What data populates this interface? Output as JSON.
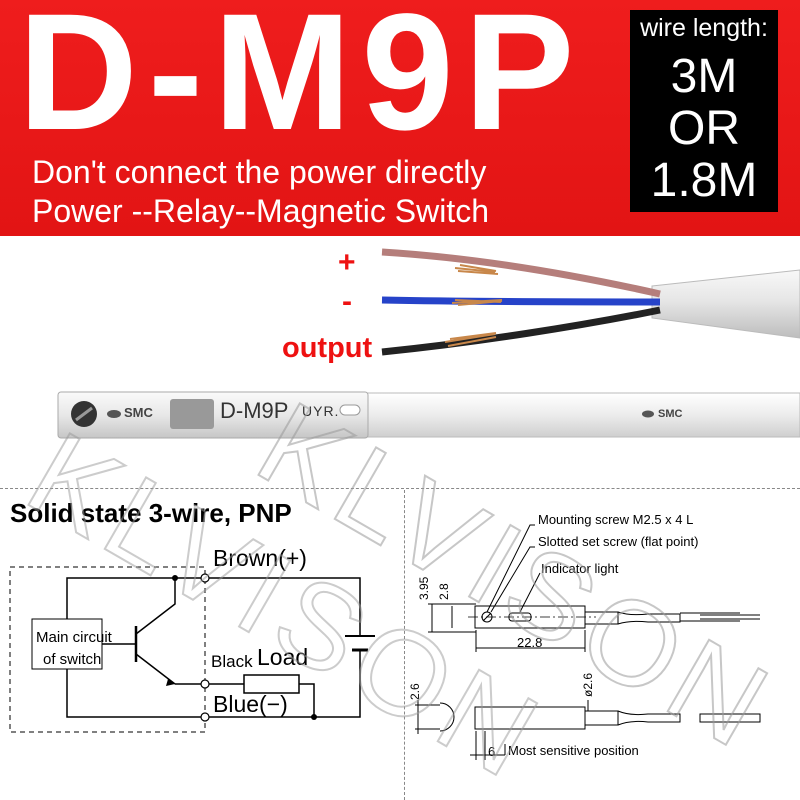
{
  "banner": {
    "model": "D-M9P",
    "note_line1": "Don't connect the power directly",
    "note_line2": "Power --Relay--Magnetic Switch"
  },
  "wire_length": {
    "title": "wire length:",
    "option1": "3M",
    "or": "OR",
    "option2": "1.8M"
  },
  "wires": {
    "plus": "+",
    "minus": "-",
    "output": "output",
    "colors": {
      "brown": "#b57e7b",
      "blue": "#2643c9",
      "black": "#222222"
    }
  },
  "switch_body": {
    "brand": "SMC",
    "model_print": "D-M9P",
    "code_print": "UYR."
  },
  "schematic": {
    "title": "Solid state 3-wire, PNP",
    "brown_label": "Brown(+)",
    "black_label": "Black",
    "load_label": "Load",
    "blue_label": "Blue(−)",
    "main_circuit_line1": "Main circuit",
    "main_circuit_line2": "of switch"
  },
  "dimensions": {
    "mounting_screw": "Mounting screw M2.5 x 4 L",
    "slotted_screw": "Slotted set screw (flat point)",
    "indicator": "Indicator light",
    "dim_395": "3.95",
    "dim_28": "2.8",
    "dim_228": "22.8",
    "dim_26": "2.6",
    "dim_phi26": "ø2.6",
    "dim_6": "6",
    "most_sensitive": "Most sensitive position"
  },
  "watermark": "KLVISON"
}
